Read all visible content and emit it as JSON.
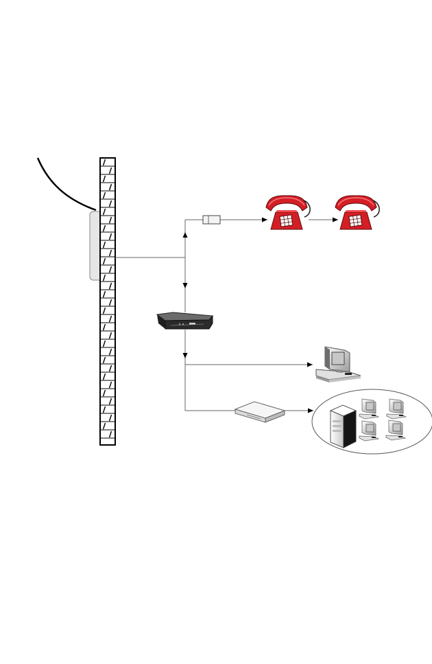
{
  "diagram": {
    "components": [
      {
        "name": "outside-telephone-cable",
        "icon": "cable-icon"
      },
      {
        "name": "building-wall",
        "icon": "brick-wall-icon"
      },
      {
        "name": "wall-entry-plate",
        "icon": "wall-plate-icon"
      },
      {
        "name": "line-splitter",
        "icon": "splitter-filter-icon"
      },
      {
        "name": "telephone-1",
        "icon": "telephone-icon"
      },
      {
        "name": "telephone-2",
        "icon": "telephone-icon"
      },
      {
        "name": "dsl-modem",
        "icon": "modem-icon"
      },
      {
        "name": "desktop-computer",
        "icon": "computer-icon"
      },
      {
        "name": "network-hub",
        "icon": "hub-icon"
      },
      {
        "name": "lan-group",
        "icon": "server-and-workstations-icon"
      }
    ],
    "colors": {
      "phone_body": "#d41e25",
      "phone_dark": "#8e0c12",
      "line": "#666666",
      "wall_outline": "#000000",
      "plate_fill": "#e6e6e6"
    }
  }
}
